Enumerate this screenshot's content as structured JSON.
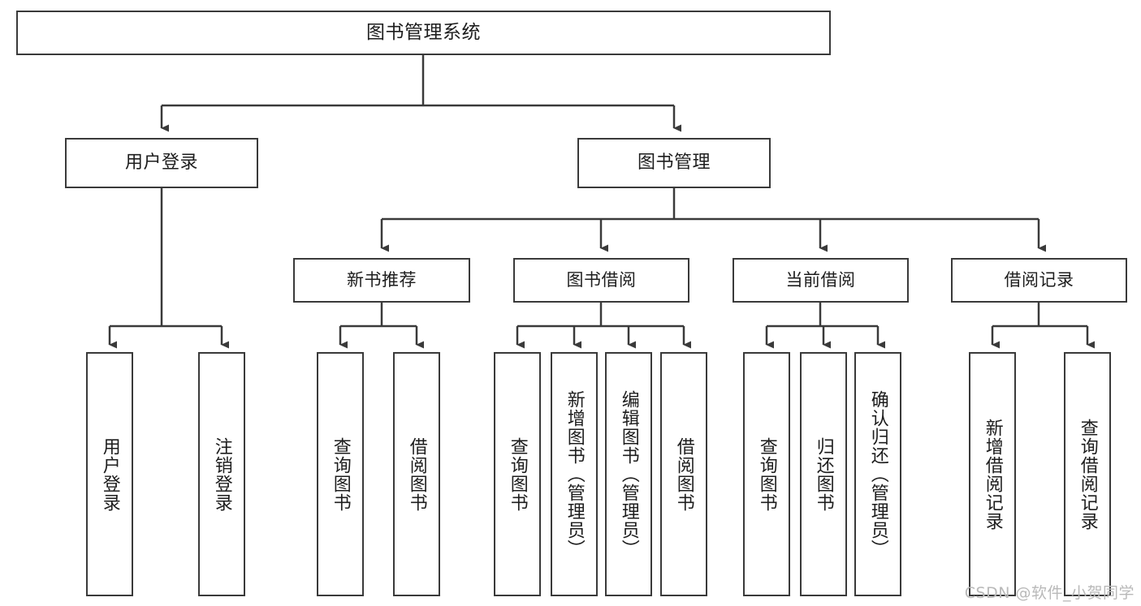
{
  "diagram": {
    "title": "图书管理系统",
    "type": "tree-hierarchy-chart",
    "watermark": "CSDN @软件_小贺同学",
    "colors": {
      "background": "#ffffff",
      "box_border": "#3a3a3a",
      "edge": "#3a3a3a",
      "text": "#1d1d1d",
      "watermark": "#b9b9b9"
    },
    "root": {
      "label": "图书管理系统"
    },
    "level1": [
      {
        "label": "用户登录"
      },
      {
        "label": "图书管理"
      }
    ],
    "level2": [
      {
        "label": "新书推荐"
      },
      {
        "label": "图书借阅"
      },
      {
        "label": "当前借阅"
      },
      {
        "label": "借阅记录"
      }
    ],
    "leaves": {
      "user_login": [
        {
          "label": "用户登录"
        },
        {
          "label": "注销登录"
        }
      ],
      "new_book_recommend": [
        {
          "label": "查询图书"
        },
        {
          "label": "借阅图书"
        }
      ],
      "book_borrow": [
        {
          "label": "查询图书"
        },
        {
          "label": "新增图书（管理员）"
        },
        {
          "label": "编辑图书（管理员）"
        },
        {
          "label": "借阅图书"
        }
      ],
      "current_borrow": [
        {
          "label": "查询图书"
        },
        {
          "label": "归还图书"
        },
        {
          "label": "确认归还（管理员）"
        }
      ],
      "borrow_record": [
        {
          "label": "新增借阅记录"
        },
        {
          "label": "查询借阅记录"
        }
      ]
    }
  }
}
